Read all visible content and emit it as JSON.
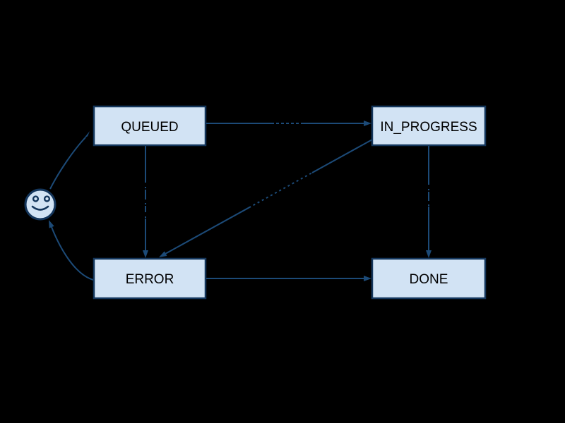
{
  "diagram": {
    "type": "state-machine",
    "background_color": "#000000",
    "node_fill_color": "#d2e3f4",
    "node_border_color": "#14365c",
    "edge_color": "#1c4a77",
    "node_text_color": "#000000",
    "nodes": [
      {
        "id": "start",
        "label": "",
        "shape": "smiley-face-icon"
      },
      {
        "id": "queued",
        "label": "QUEUED",
        "shape": "rectangle"
      },
      {
        "id": "in_progress",
        "label": "IN_PROGRESS",
        "shape": "rectangle"
      },
      {
        "id": "error",
        "label": "ERROR",
        "shape": "rectangle"
      },
      {
        "id": "done",
        "label": "DONE",
        "shape": "rectangle"
      }
    ],
    "edges": [
      {
        "from": "queued",
        "to": "in_progress"
      },
      {
        "from": "queued",
        "to": "error"
      },
      {
        "from": "in_progress",
        "to": "error"
      },
      {
        "from": "in_progress",
        "to": "done"
      },
      {
        "from": "error",
        "to": "done"
      },
      {
        "from": "error",
        "to": "start"
      },
      {
        "from": "start",
        "to": "queued"
      }
    ]
  }
}
